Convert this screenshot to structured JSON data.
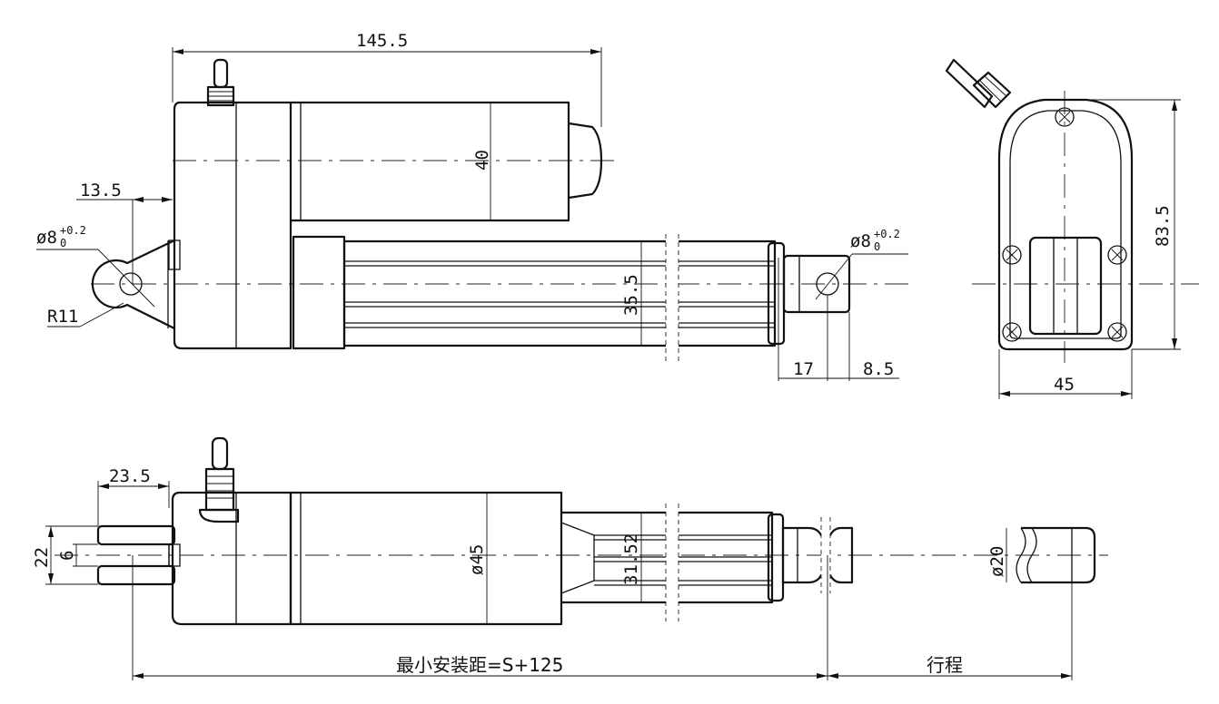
{
  "dimensions": {
    "overall_length": "145.5",
    "motor_diameter": "40",
    "rear_offset": "13.5",
    "rear_hole_symbol": "ø8",
    "rear_hole_tol_upper": "+0.2",
    "rear_hole_tol_lower": "0",
    "rear_radius": "R11",
    "tube_height": "35.5",
    "front_hole_symbol": "ø8",
    "front_hole_tol_upper": "+0.2",
    "front_hole_tol_lower": "0",
    "rod_end_17": "17",
    "rod_end_8_5": "8.5",
    "end_height": "83.5",
    "end_width": "45",
    "clevis_offset": "23.5",
    "clevis_width": "22",
    "clevis_gap": "6",
    "body_diameter": "ø45",
    "tube_width": "31.52",
    "rod_diameter": "ø20",
    "min_install": "最小安装距=S+125",
    "stroke": "行程"
  }
}
